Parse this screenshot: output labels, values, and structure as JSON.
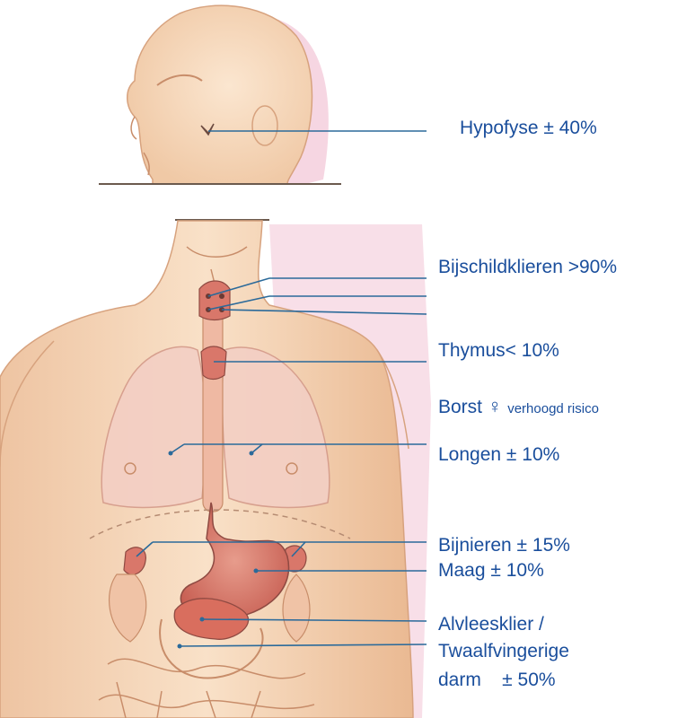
{
  "labels": {
    "hypofyse": "Hypofyse ± 40%",
    "bijschildklieren": "Bijschildklieren >90%",
    "thymus": "Thymus< 10%",
    "borst": "Borst",
    "borst_symbol": "♀",
    "borst_note": "verhoogd risico",
    "longen": "Longen ± 10%",
    "bijnieren": "Bijnieren ± 15%",
    "maag": "Maag ± 10%",
    "alvleesklier_1": "Alvleesklier /",
    "alvleesklier_2": "Twaalfvingerige",
    "alvleesklier_3": "darm    ± 50%"
  },
  "colors": {
    "label_text": "#1a4e9c",
    "leader_line": "#2b6a9a",
    "skin": "#f6d6b8",
    "skin_shadow": "#e9b893",
    "organ_red": "#d9776a",
    "lung_pink": "#f3cfc4",
    "backdrop_pink": "#f2c4d6"
  }
}
